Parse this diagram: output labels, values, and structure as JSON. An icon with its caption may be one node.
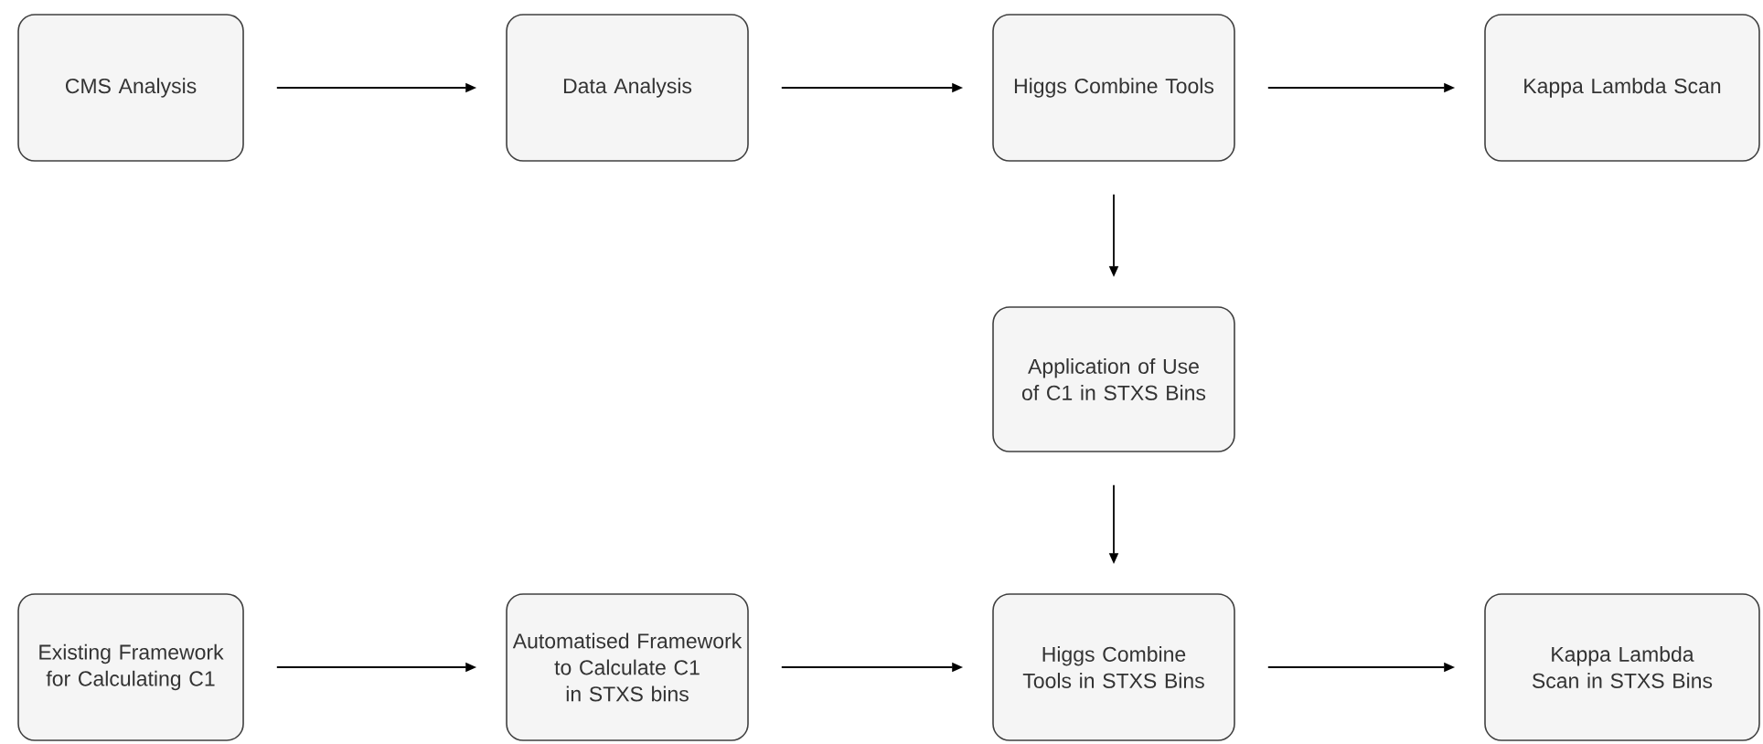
{
  "diagram": {
    "nodes": [
      {
        "text": [
          "CMS Analysis"
        ]
      },
      {
        "text": [
          "Data Analysis"
        ]
      },
      {
        "text": [
          "Higgs Combine Tools"
        ]
      },
      {
        "text": [
          "Kappa Lambda Scan"
        ]
      },
      {
        "text": [
          "Application of Use of C1 in STXS Bins"
        ]
      },
      {
        "text": [
          "Existing Framework for Calculating C1"
        ]
      },
      {
        "text": [
          "Automatised Framework to Calculate C1 in STXS bins"
        ]
      },
      {
        "text": [
          "Higgs Combine Tools in STXS Bins"
        ]
      },
      {
        "text": [
          "Kappa Lambda Scan in STXS Bins"
        ]
      }
    ],
    "edges": [
      {
        "from": 0,
        "to": 1,
        "arrow": "to"
      },
      {
        "from": 1,
        "to": 2,
        "arrow": "to"
      },
      {
        "from": 2,
        "to": 3,
        "arrow": "to"
      },
      {
        "from": 2,
        "to": 4,
        "arrow": "to"
      },
      {
        "from": 4,
        "to": 7,
        "arrow": "to"
      },
      {
        "from": 5,
        "to": 6,
        "arrow": "to"
      },
      {
        "from": 6,
        "to": 7,
        "arrow": "to"
      },
      {
        "from": 7,
        "to": 8,
        "arrow": "to"
      }
    ]
  }
}
